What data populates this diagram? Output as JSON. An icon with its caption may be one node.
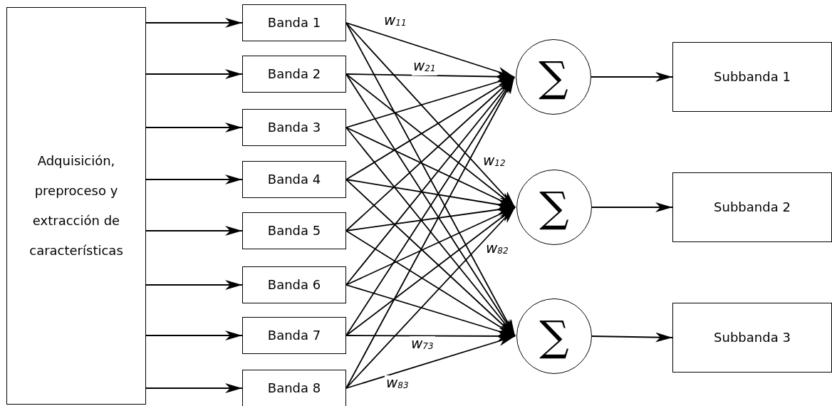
{
  "diagram": {
    "nodes": [
      {
        "text": [
          "Adquisición, preproceso y extracción de características"
        ]
      },
      {
        "text": [
          "Banda 1"
        ]
      },
      {
        "text": [
          "Banda 2"
        ]
      },
      {
        "text": [
          "Banda 3"
        ]
      },
      {
        "text": [
          "Banda 4"
        ]
      },
      {
        "text": [
          "Banda 5"
        ]
      },
      {
        "text": [
          "Banda 6"
        ]
      },
      {
        "text": [
          "Banda 7"
        ]
      },
      {
        "text": [
          "Banda 8"
        ]
      },
      {
        "text": [
          "∑"
        ]
      },
      {
        "text": [
          "∑"
        ]
      },
      {
        "text": [
          "∑"
        ]
      },
      {
        "text": [
          "Subbanda 1"
        ]
      },
      {
        "text": [
          "Subbanda 2"
        ]
      },
      {
        "text": [
          "Subbanda 3"
        ]
      }
    ],
    "edges": [
      {
        "from": 0,
        "to": 1,
        "arrow": "to"
      },
      {
        "from": 0,
        "to": 2,
        "arrow": "to"
      },
      {
        "from": 0,
        "to": 3,
        "arrow": "to"
      },
      {
        "from": 0,
        "to": 4,
        "arrow": "to"
      },
      {
        "from": 0,
        "to": 5,
        "arrow": "to"
      },
      {
        "from": 0,
        "to": 6,
        "arrow": "to"
      },
      {
        "from": 0,
        "to": 7,
        "arrow": "to"
      },
      {
        "from": 0,
        "to": 8,
        "arrow": "to"
      },
      {
        "from": 1,
        "to": 9,
        "arrow": "to",
        "label": "w$_{11}$"
      },
      {
        "from": 1,
        "to": 10,
        "arrow": "to",
        "label": "w$_{12}$"
      },
      {
        "from": 1,
        "to": 11,
        "arrow": "to"
      },
      {
        "from": 2,
        "to": 9,
        "arrow": "to",
        "label": "w$_{21}$"
      },
      {
        "from": 2,
        "to": 10,
        "arrow": "to"
      },
      {
        "from": 2,
        "to": 11,
        "arrow": "to"
      },
      {
        "from": 3,
        "to": 9,
        "arrow": "to"
      },
      {
        "from": 3,
        "to": 10,
        "arrow": "to"
      },
      {
        "from": 3,
        "to": 11,
        "arrow": "to"
      },
      {
        "from": 4,
        "to": 9,
        "arrow": "to"
      },
      {
        "from": 4,
        "to": 10,
        "arrow": "to"
      },
      {
        "from": 4,
        "to": 11,
        "arrow": "to"
      },
      {
        "from": 5,
        "to": 9,
        "arrow": "to"
      },
      {
        "from": 5,
        "to": 10,
        "arrow": "to"
      },
      {
        "from": 5,
        "to": 11,
        "arrow": "to"
      },
      {
        "from": 6,
        "to": 9,
        "arrow": "to"
      },
      {
        "from": 6,
        "to": 10,
        "arrow": "to"
      },
      {
        "from": 6,
        "to": 11,
        "arrow": "to"
      },
      {
        "from": 7,
        "to": 9,
        "arrow": "to"
      },
      {
        "from": 7,
        "to": 10,
        "arrow": "to"
      },
      {
        "from": 7,
        "to": 11,
        "arrow": "to",
        "label": "w$_{73}$"
      },
      {
        "from": 8,
        "to": 9,
        "arrow": "to"
      },
      {
        "from": 8,
        "to": 10,
        "arrow": "to",
        "label": "w$_{82}$"
      },
      {
        "from": 8,
        "to": 11,
        "arrow": "to",
        "label": "w$_{83}$"
      },
      {
        "from": 9,
        "to": 12,
        "arrow": "to"
      },
      {
        "from": 10,
        "to": 13,
        "arrow": "to"
      },
      {
        "from": 11,
        "to": 14,
        "arrow": "to"
      }
    ]
  }
}
